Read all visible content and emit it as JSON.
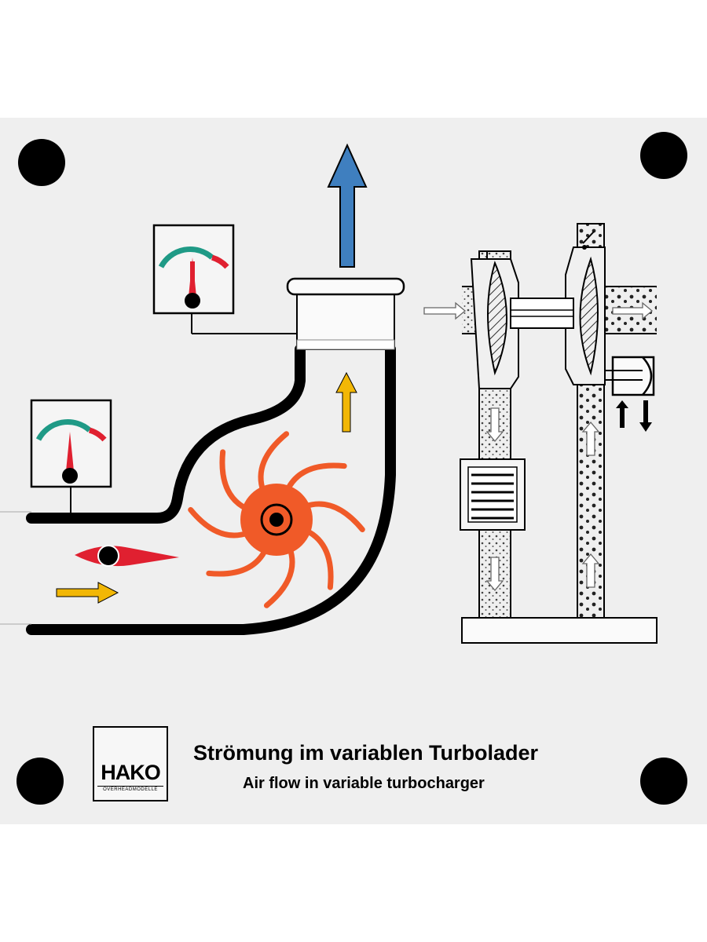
{
  "title_de": "Strömung im variablen Turbolader",
  "title_en": "Air flow in variable turbocharger",
  "logo": {
    "word": "HAKO",
    "sub": "OVERHEADMODELLE"
  },
  "colors": {
    "panel": "#efefef",
    "turbine": "#f05a28",
    "inlet_arrow": "#f2b705",
    "outlet_arrow": "#3f7fbf",
    "gauge_green": "#1f9a86",
    "gauge_red": "#e02030",
    "dot_fill": "#d8d8d8"
  },
  "icons": [
    "mounting-hole",
    "pressure-gauge",
    "turbine-wheel",
    "flow-arrow",
    "valve-flap",
    "actuator"
  ]
}
